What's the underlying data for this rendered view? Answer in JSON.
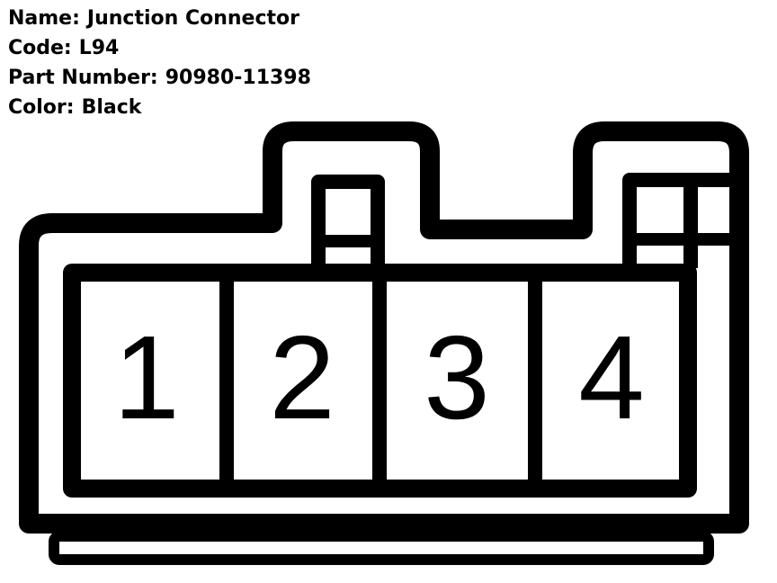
{
  "info": {
    "name_label": "Name:",
    "name_value": "Junction Connector",
    "code_label": "Code:",
    "code_value": "L94",
    "part_label": "Part Number:",
    "part_value": "90980-11398",
    "color_label": "Color:",
    "color_value": "Black"
  },
  "connector": {
    "pins": [
      "1",
      "2",
      "3",
      "4"
    ],
    "stroke_color": "#000000",
    "fill_color": "#ffffff"
  }
}
